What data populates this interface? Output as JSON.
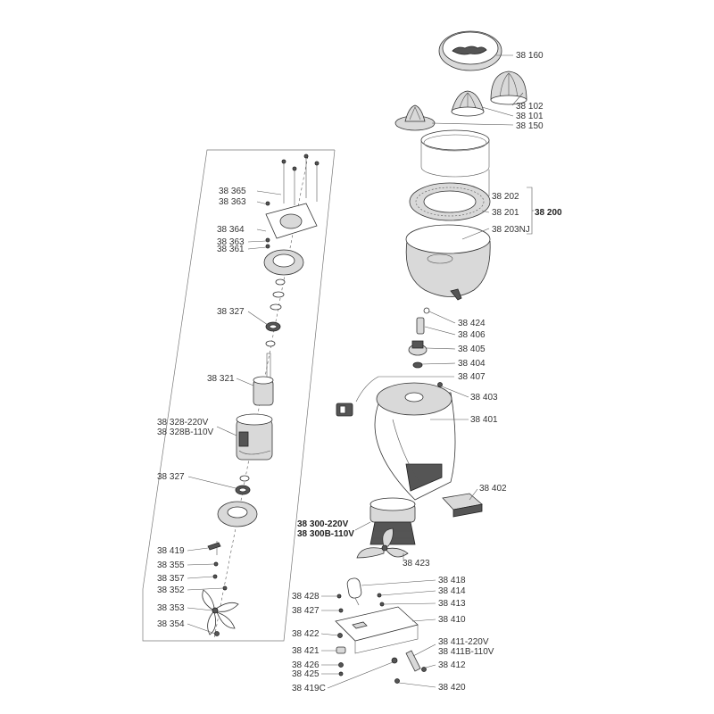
{
  "labels": {
    "l38160": "38 160",
    "l38102": "38 102",
    "l38101": "38 101",
    "l38150": "38 150",
    "l38202": "38 202",
    "l38201": "38 201",
    "l38203": "38 203NJ",
    "l38200": "38 200",
    "l38424": "38 424",
    "l38406": "38 406",
    "l38405": "38 405",
    "l38404": "38 404",
    "l38407": "38 407",
    "l38403": "38 403",
    "l38401": "38 401",
    "l38402": "38 402",
    "l38300a": "38 300-220V",
    "l38300b": "38 300B-110V",
    "l38423": "38 423",
    "l38418": "38 418",
    "l38414": "38 414",
    "l38413": "38 413",
    "l38410": "38 410",
    "l38428": "38 428",
    "l38427": "38 427",
    "l38422": "38 422",
    "l38421": "38 421",
    "l38426": "38 426",
    "l38425": "38 425",
    "l38419c": "38 419C",
    "l38411a": "38 411-220V",
    "l38411b": "38 411B-110V",
    "l38412": "38 412",
    "l38420": "38 420",
    "l38365": "38 365",
    "l38363a": "38 363",
    "l38364": "38 364",
    "l38363b": "38 363",
    "l38361": "38 361",
    "l38327a": "38 327",
    "l38321": "38 321",
    "l38328a": "38 328-220V",
    "l38328b": "38 328B-110V",
    "l38327b": "38 327",
    "l38419": "38 419",
    "l38355": "38 355",
    "l38357": "38 357",
    "l38352": "38 352",
    "l38353": "38 353",
    "l38354": "38 354"
  },
  "colors": {
    "line": "#555555",
    "part_fill": "#ffffff",
    "part_shade": "#d9d9d9",
    "part_dark": "#555555"
  }
}
